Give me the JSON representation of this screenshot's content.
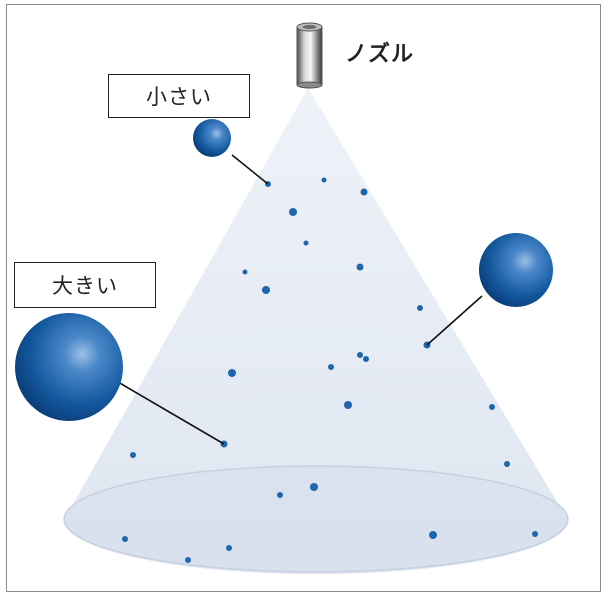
{
  "labels": {
    "nozzle": "ノズル",
    "small": "小さい",
    "large": "大きい"
  },
  "colors": {
    "cone_fill": "#e4eaf3",
    "droplet": "#1f66ad",
    "sphere_dark": "#0b3f7d",
    "sphere_light": "#8fb6e0",
    "leader_line": "#111111"
  },
  "icons": {
    "nozzle": "nozzle-icon",
    "small_droplet": "small-droplet-sphere",
    "large_droplet": "large-droplet-sphere",
    "medium_droplet": "medium-droplet-sphere"
  }
}
